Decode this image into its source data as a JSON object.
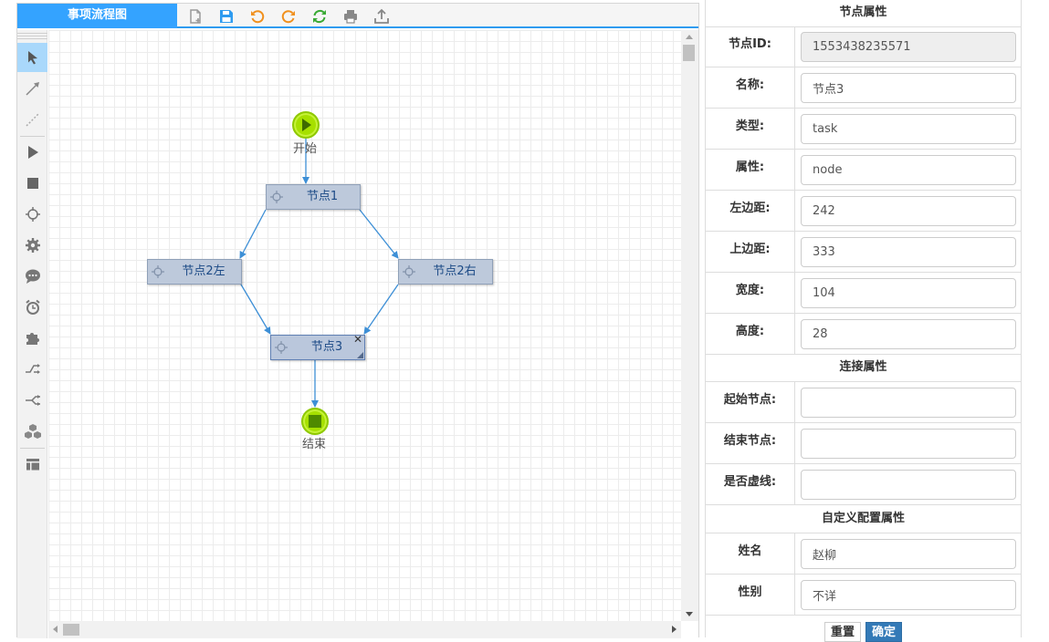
{
  "designer": {
    "title": "事项流程图",
    "toolbar": [
      {
        "name": "new-file-icon",
        "color": "#999999"
      },
      {
        "name": "save-icon",
        "color": "#2e9bf0"
      },
      {
        "name": "undo-icon",
        "color": "#f0901e"
      },
      {
        "name": "redo-icon",
        "color": "#f0901e"
      },
      {
        "name": "refresh-icon",
        "color": "#3aaa35"
      },
      {
        "name": "print-icon",
        "color": "#888888"
      },
      {
        "name": "export-icon",
        "color": "#888888"
      }
    ],
    "tools": [
      "cursor-icon",
      "arrow-line-icon",
      "dashed-line-icon",
      "start-icon",
      "end-icon",
      "task-node-icon",
      "gear-icon",
      "chat-icon",
      "clock-icon",
      "puzzle-icon",
      "fork-icon",
      "join-icon",
      "cubes-icon",
      "layout-icon"
    ]
  },
  "flow": {
    "start_label": "开始",
    "end_label": "结束",
    "nodes": [
      {
        "id": "node1",
        "label": "节点1"
      },
      {
        "id": "node2l",
        "label": "节点2左"
      },
      {
        "id": "node2r",
        "label": "节点2右"
      },
      {
        "id": "node3",
        "label": "节点3",
        "selected": true
      }
    ],
    "close_glyph": "✕",
    "line_color": "#3d8fd6"
  },
  "props": {
    "node_section": "节点属性",
    "node_fields": [
      {
        "label": "节点ID:",
        "value": "1553438235571",
        "readonly": true
      },
      {
        "label": "名称:",
        "value": "节点3"
      },
      {
        "label": "类型:",
        "value": "task"
      },
      {
        "label": "属性:",
        "value": "node"
      },
      {
        "label": "左边距:",
        "value": "242"
      },
      {
        "label": "上边距:",
        "value": "333"
      },
      {
        "label": "宽度:",
        "value": "104"
      },
      {
        "label": "高度:",
        "value": "28"
      }
    ],
    "link_section": "连接属性",
    "link_fields": [
      {
        "label": "起始节点:",
        "value": ""
      },
      {
        "label": "结束节点:",
        "value": ""
      },
      {
        "label": "是否虚线:",
        "value": ""
      }
    ],
    "custom_section": "自定义配置属性",
    "custom_fields": [
      {
        "label": "姓名",
        "value": "赵柳"
      },
      {
        "label": "性别",
        "value": "不详"
      }
    ],
    "reset_label": "重置",
    "ok_label": "确定"
  }
}
